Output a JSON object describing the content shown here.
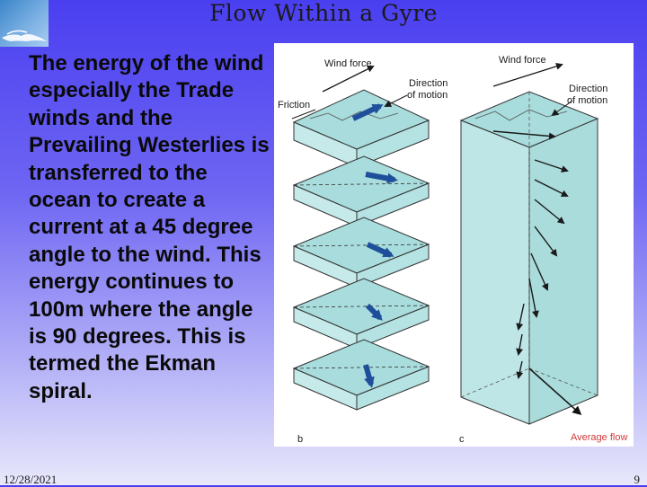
{
  "slide": {
    "title": "Flow Within a Gyre",
    "body": "The energy of the wind especially the Trade winds and the Prevailing Westerlies is transferred to the ocean to create a current at a 45 degree angle to the wind. This energy continues to 100m where the angle is 90 degrees. This is termed the Ekman spiral.",
    "date": "12/28/2021",
    "page_number": "9"
  },
  "figure": {
    "panel_b": {
      "wind_force_label": "Wind force",
      "direction_label_line1": "Direction",
      "direction_label_line2": "of motion",
      "friction_label": "Friction",
      "panel_letter": "b"
    },
    "panel_c": {
      "wind_force_label": "Wind force",
      "direction_label_line1": "Direction",
      "direction_label_line2": "of motion",
      "average_flow_label": "Average flow",
      "panel_letter": "c"
    },
    "colors": {
      "water_fill": "#a9dcdc",
      "water_side": "#bfe6e6",
      "arrow_blue": "#1f4f9a",
      "average_flow_red": "#d23a3a"
    }
  }
}
